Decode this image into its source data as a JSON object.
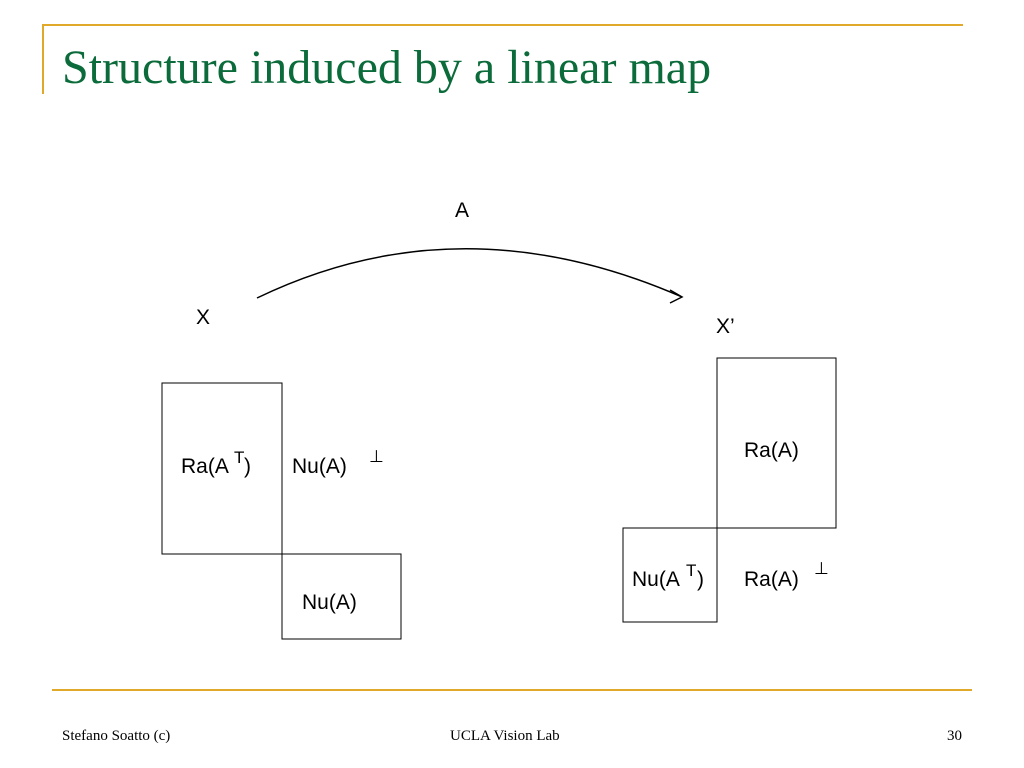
{
  "slide": {
    "title": "Structure induced by a linear map",
    "footer": {
      "author": "Stefano Soatto (c)",
      "lab": "UCLA Vision Lab",
      "page": "30"
    }
  },
  "diagram": {
    "map_label": "A",
    "domain_label": "X",
    "codomain_label": "X’",
    "domain": {
      "range_of_transpose": {
        "base": "Ra(A",
        "sup": "T",
        "close": ")"
      },
      "null_perp": {
        "base": "Nu(A)",
        "sup": "⊥"
      },
      "null": "Nu(A)"
    },
    "codomain": {
      "range": "Ra(A)",
      "null_of_transpose": {
        "base": "Nu(A",
        "sup": "T",
        "close": ")"
      },
      "range_perp": {
        "base": "Ra(A)",
        "sup": "⊥"
      }
    }
  }
}
